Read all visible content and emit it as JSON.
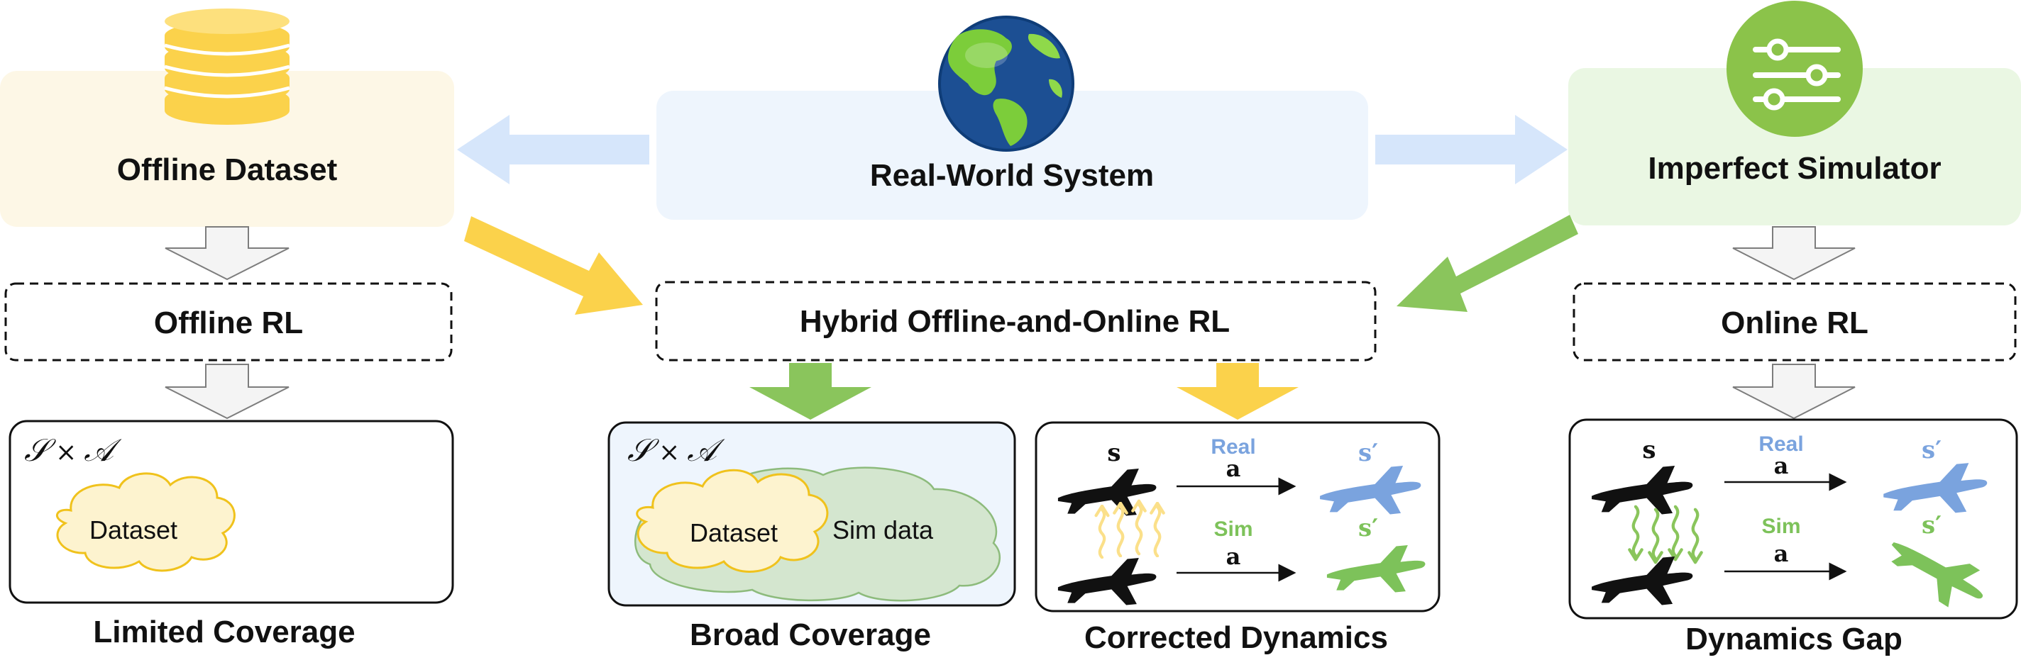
{
  "top": {
    "offline_dataset": "Offline Dataset",
    "real_world": "Real-World System",
    "imperfect_sim": "Imperfect Simulator"
  },
  "methods": {
    "offline_rl": "Offline RL",
    "hybrid_rl": "Hybrid Offline-and-Online RL",
    "online_rl": "Online RL"
  },
  "coverage": {
    "space_s": "𝒮",
    "space_times": "×",
    "space_a": "𝒜",
    "dataset": "Dataset",
    "sim_data": "Sim data"
  },
  "dynamics": {
    "state": "s",
    "action": "a",
    "next_state": "s′",
    "real": "Real",
    "sim": "Sim"
  },
  "captions": {
    "limited": "Limited Coverage",
    "broad": "Broad Coverage",
    "corrected": "Corrected Dynamics",
    "gap": "Dynamics Gap"
  },
  "colors": {
    "yellow": "#fbd24b",
    "green": "#8ac55c",
    "blue": "#7aa3de",
    "sim_green": "#7dc25a",
    "light_blue_arrow": "#d6e6fb"
  }
}
